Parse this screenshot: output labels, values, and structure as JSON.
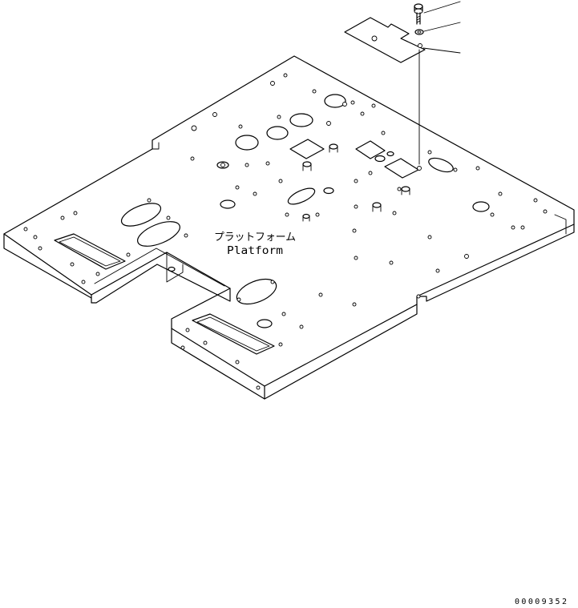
{
  "labels": {
    "part_name_jp": "プラットフォーム",
    "part_name_en": "Platform"
  },
  "drawing_code": "00009352",
  "colors": {
    "line": "#000000",
    "background": "#ffffff"
  }
}
